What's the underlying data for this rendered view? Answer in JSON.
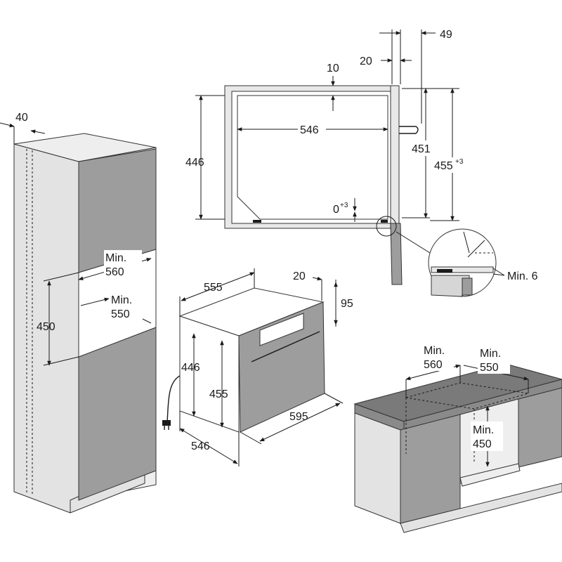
{
  "dimensions": {
    "column_depth_offset": "40",
    "column_niche_height": "450",
    "column_min_width_label": "Min.",
    "column_min_width_value": "560",
    "column_min_depth_label": "Min.",
    "column_min_depth_value": "550",
    "oven_width": "555",
    "oven_front_offset": "20",
    "oven_handle_depth": "95",
    "oven_body_height": "446",
    "oven_front_height": "455",
    "oven_front_width": "595",
    "oven_body_depth": "546",
    "section_top_gap": "10",
    "section_inner_width": "546",
    "section_height": "446",
    "section_frame_height": "451",
    "section_total_height": "455",
    "section_total_height_sup": "+3",
    "section_front_offset_20": "20",
    "section_front_offset_49": "49",
    "section_bottom_tol": "0",
    "section_bottom_tol_sup": "+3",
    "detail_min_label": "Min. 6",
    "counter_min_width_label": "Min.",
    "counter_min_width_value": "560",
    "counter_min_depth_label": "Min.",
    "counter_min_depth_value": "550",
    "counter_min_height_label": "Min.",
    "counter_min_height_value": "450"
  },
  "icons": [
    "plug-icon",
    "arrow-icon"
  ]
}
